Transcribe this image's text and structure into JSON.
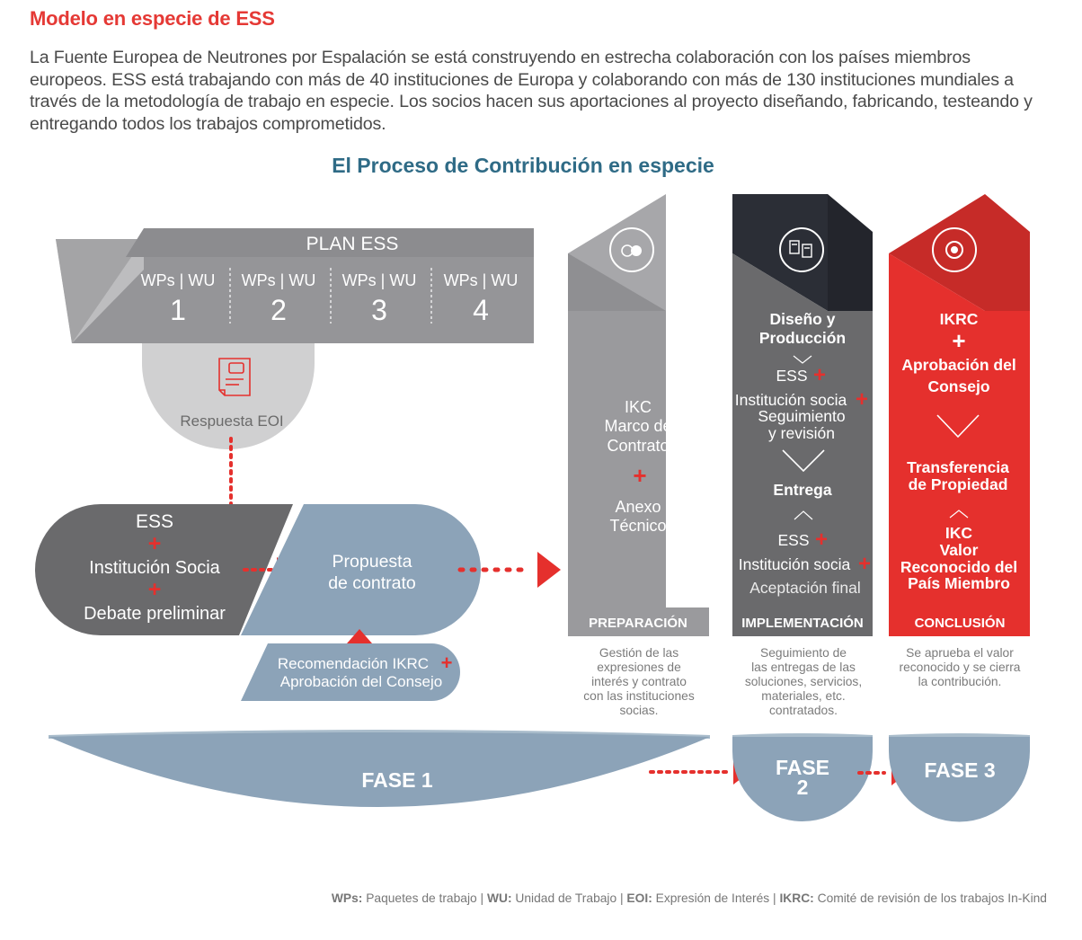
{
  "page": {
    "title": "Modelo en especie de ESS",
    "intro": "La Fuente Europea de Neutrones por Espalación se está construyendo en estrecha colaboración con los países miembros europeos. ESS está trabajando con más de 40 instituciones de Europa y colaborando con más de 130 instituciones mundiales a través de la metodología de trabajo en especie. Los socios hacen sus aportaciones al proyecto diseñando, fabricando, testeando y entregando todos los trabajos comprometidos."
  },
  "diagram": {
    "title": "El Proceso de Contribución en especie",
    "plan": {
      "title": "PLAN ESS",
      "items": [
        {
          "label": "WPs | WU",
          "number": "1"
        },
        {
          "label": "WPs | WU",
          "number": "2"
        },
        {
          "label": "WPs | WU",
          "number": "3"
        },
        {
          "label": "WPs | WU",
          "number": "4"
        }
      ]
    },
    "eoi": {
      "label": "Respuesta EOI",
      "icon": "document-chat-icon"
    },
    "ess_box": {
      "line1": "ESS",
      "line2": "Institución Socia",
      "line3": "Debate preliminar"
    },
    "proposal": {
      "line1": "Propuesta",
      "line2": "de contrato"
    },
    "recommendation": {
      "line1": "Recomendación IKRC",
      "line2": "Aprobación del Consejo"
    },
    "plus": "+",
    "columns": [
      {
        "icon": "toggle-circles-icon",
        "lines": [
          "IKC",
          "Marco de",
          "Contrato",
          "Anexo",
          "Técnico"
        ],
        "label": "PREPARACIÓN",
        "caption": [
          "Gestión de las",
          "expresiones de",
          "interés y contrato",
          "con las instituciones",
          "socias."
        ]
      },
      {
        "icon": "documents-exchange-icon",
        "lines": [
          "Diseño y",
          "Producción",
          "ESS",
          "Institución socia",
          "Seguimiento",
          "y revisión",
          "Entrega",
          "ESS",
          "Institución socia",
          "Aceptación final"
        ],
        "label": "IMPLEMENTACIÓN",
        "caption": [
          "Seguimiento de",
          "las entregas de las",
          "soluciones, servicios,",
          "materiales, etc.",
          "contratados."
        ]
      },
      {
        "icon": "target-circle-icon",
        "lines": [
          "IKRC",
          "Aprobación del",
          "Consejo",
          "Transferencia",
          "de Propiedad",
          "IKC",
          "Valor",
          "Reconocido del",
          "País Miembro"
        ],
        "label": "CONCLUSIÓN",
        "caption": [
          "Se aprueba el valor",
          "reconocido y se cierra",
          "la contribución."
        ]
      }
    ],
    "phases": {
      "phase1": "FASE 1",
      "phase2a": "FASE",
      "phase2b": "2",
      "phase3": "FASE 3"
    },
    "legend": [
      {
        "term": "WPs:",
        "def": " Paquetes de trabajo"
      },
      {
        "term": "WU:",
        "def": " Unidad de Trabajo"
      },
      {
        "term": "EOI:",
        "def": " Expresión de Interés"
      },
      {
        "term": "IKRC:",
        "def": " Comité de revisión de los trabajos In-Kind"
      }
    ],
    "legend_sep": " | ",
    "colors": {
      "red": "#e5302d",
      "gray_dark": "#6a6a6c",
      "gray_mid": "#9a9a9d",
      "blue": "#8ca3b8",
      "navy": "#2b2e36",
      "title": "#2f6b86"
    }
  }
}
